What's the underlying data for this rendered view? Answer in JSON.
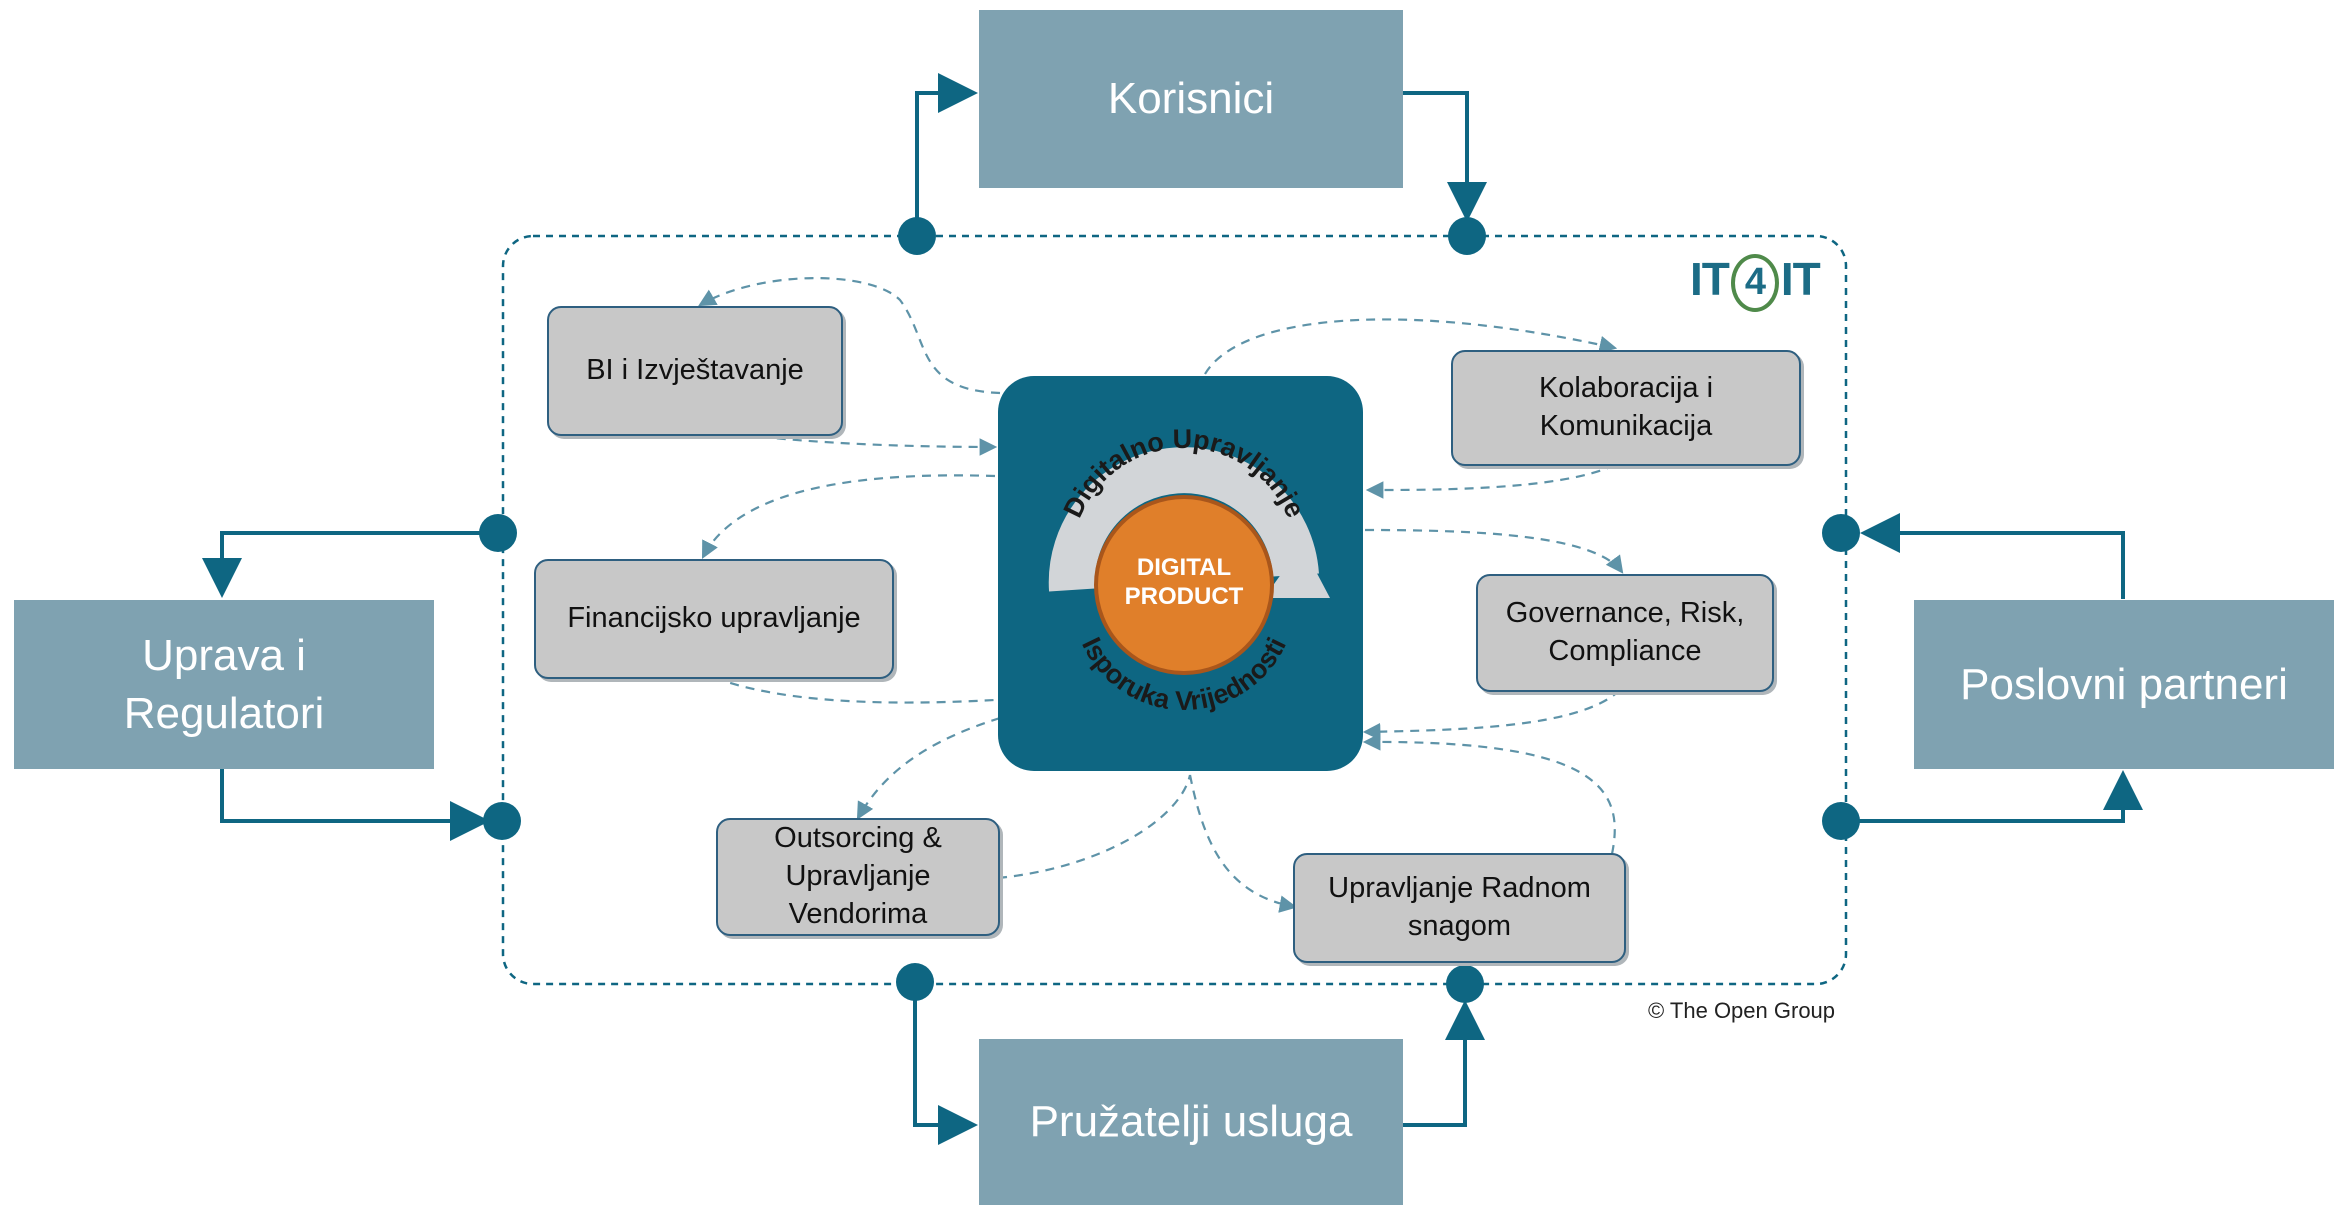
{
  "stakeholders": {
    "top": "Korisnici",
    "left": "Uprava i\nRegulatori",
    "right": "Poslovni partneri",
    "bottom": "Pružatelji usluga"
  },
  "functions": {
    "bi": "BI i Izvještavanje",
    "collab": "Kolaboracija i\nKomunikacija",
    "finance": "Financijsko upravljanje",
    "governance": "Governance, Risk,\nCompliance",
    "outsourcing": "Outsorcing &\nUpravljanje\nVendorima",
    "workforce": "Upravljanje Radnom\nsnagom"
  },
  "core": {
    "center_line1": "DIGITAL",
    "center_line2": "PRODUCT",
    "arc_top": "Digitalno Upravljanje",
    "arc_bottom": "Isporuka Vrijednosti"
  },
  "logo": {
    "left": "IT",
    "middle": "4",
    "right": "IT"
  },
  "copyright": "© The Open Group",
  "colors": {
    "stakeholder_fill": "#7fa2b1",
    "core_fill": "#0e6682",
    "product_fill": "#e07f2a",
    "box_fill": "#c8c8c8",
    "connector": "#0e6682"
  }
}
